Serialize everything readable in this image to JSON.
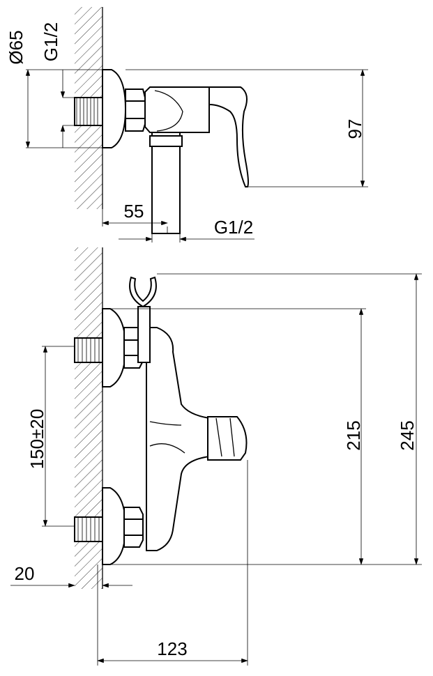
{
  "top_view": {
    "flange_diameter": "Ø65",
    "inlet_thread": "G1/2",
    "height": "97",
    "outlet_offset": "55",
    "outlet_thread": "G1/2"
  },
  "front_view": {
    "inlet_spacing": "150±20",
    "body_height": "215",
    "total_height": "245",
    "wall_offset": "20",
    "depth": "123"
  }
}
